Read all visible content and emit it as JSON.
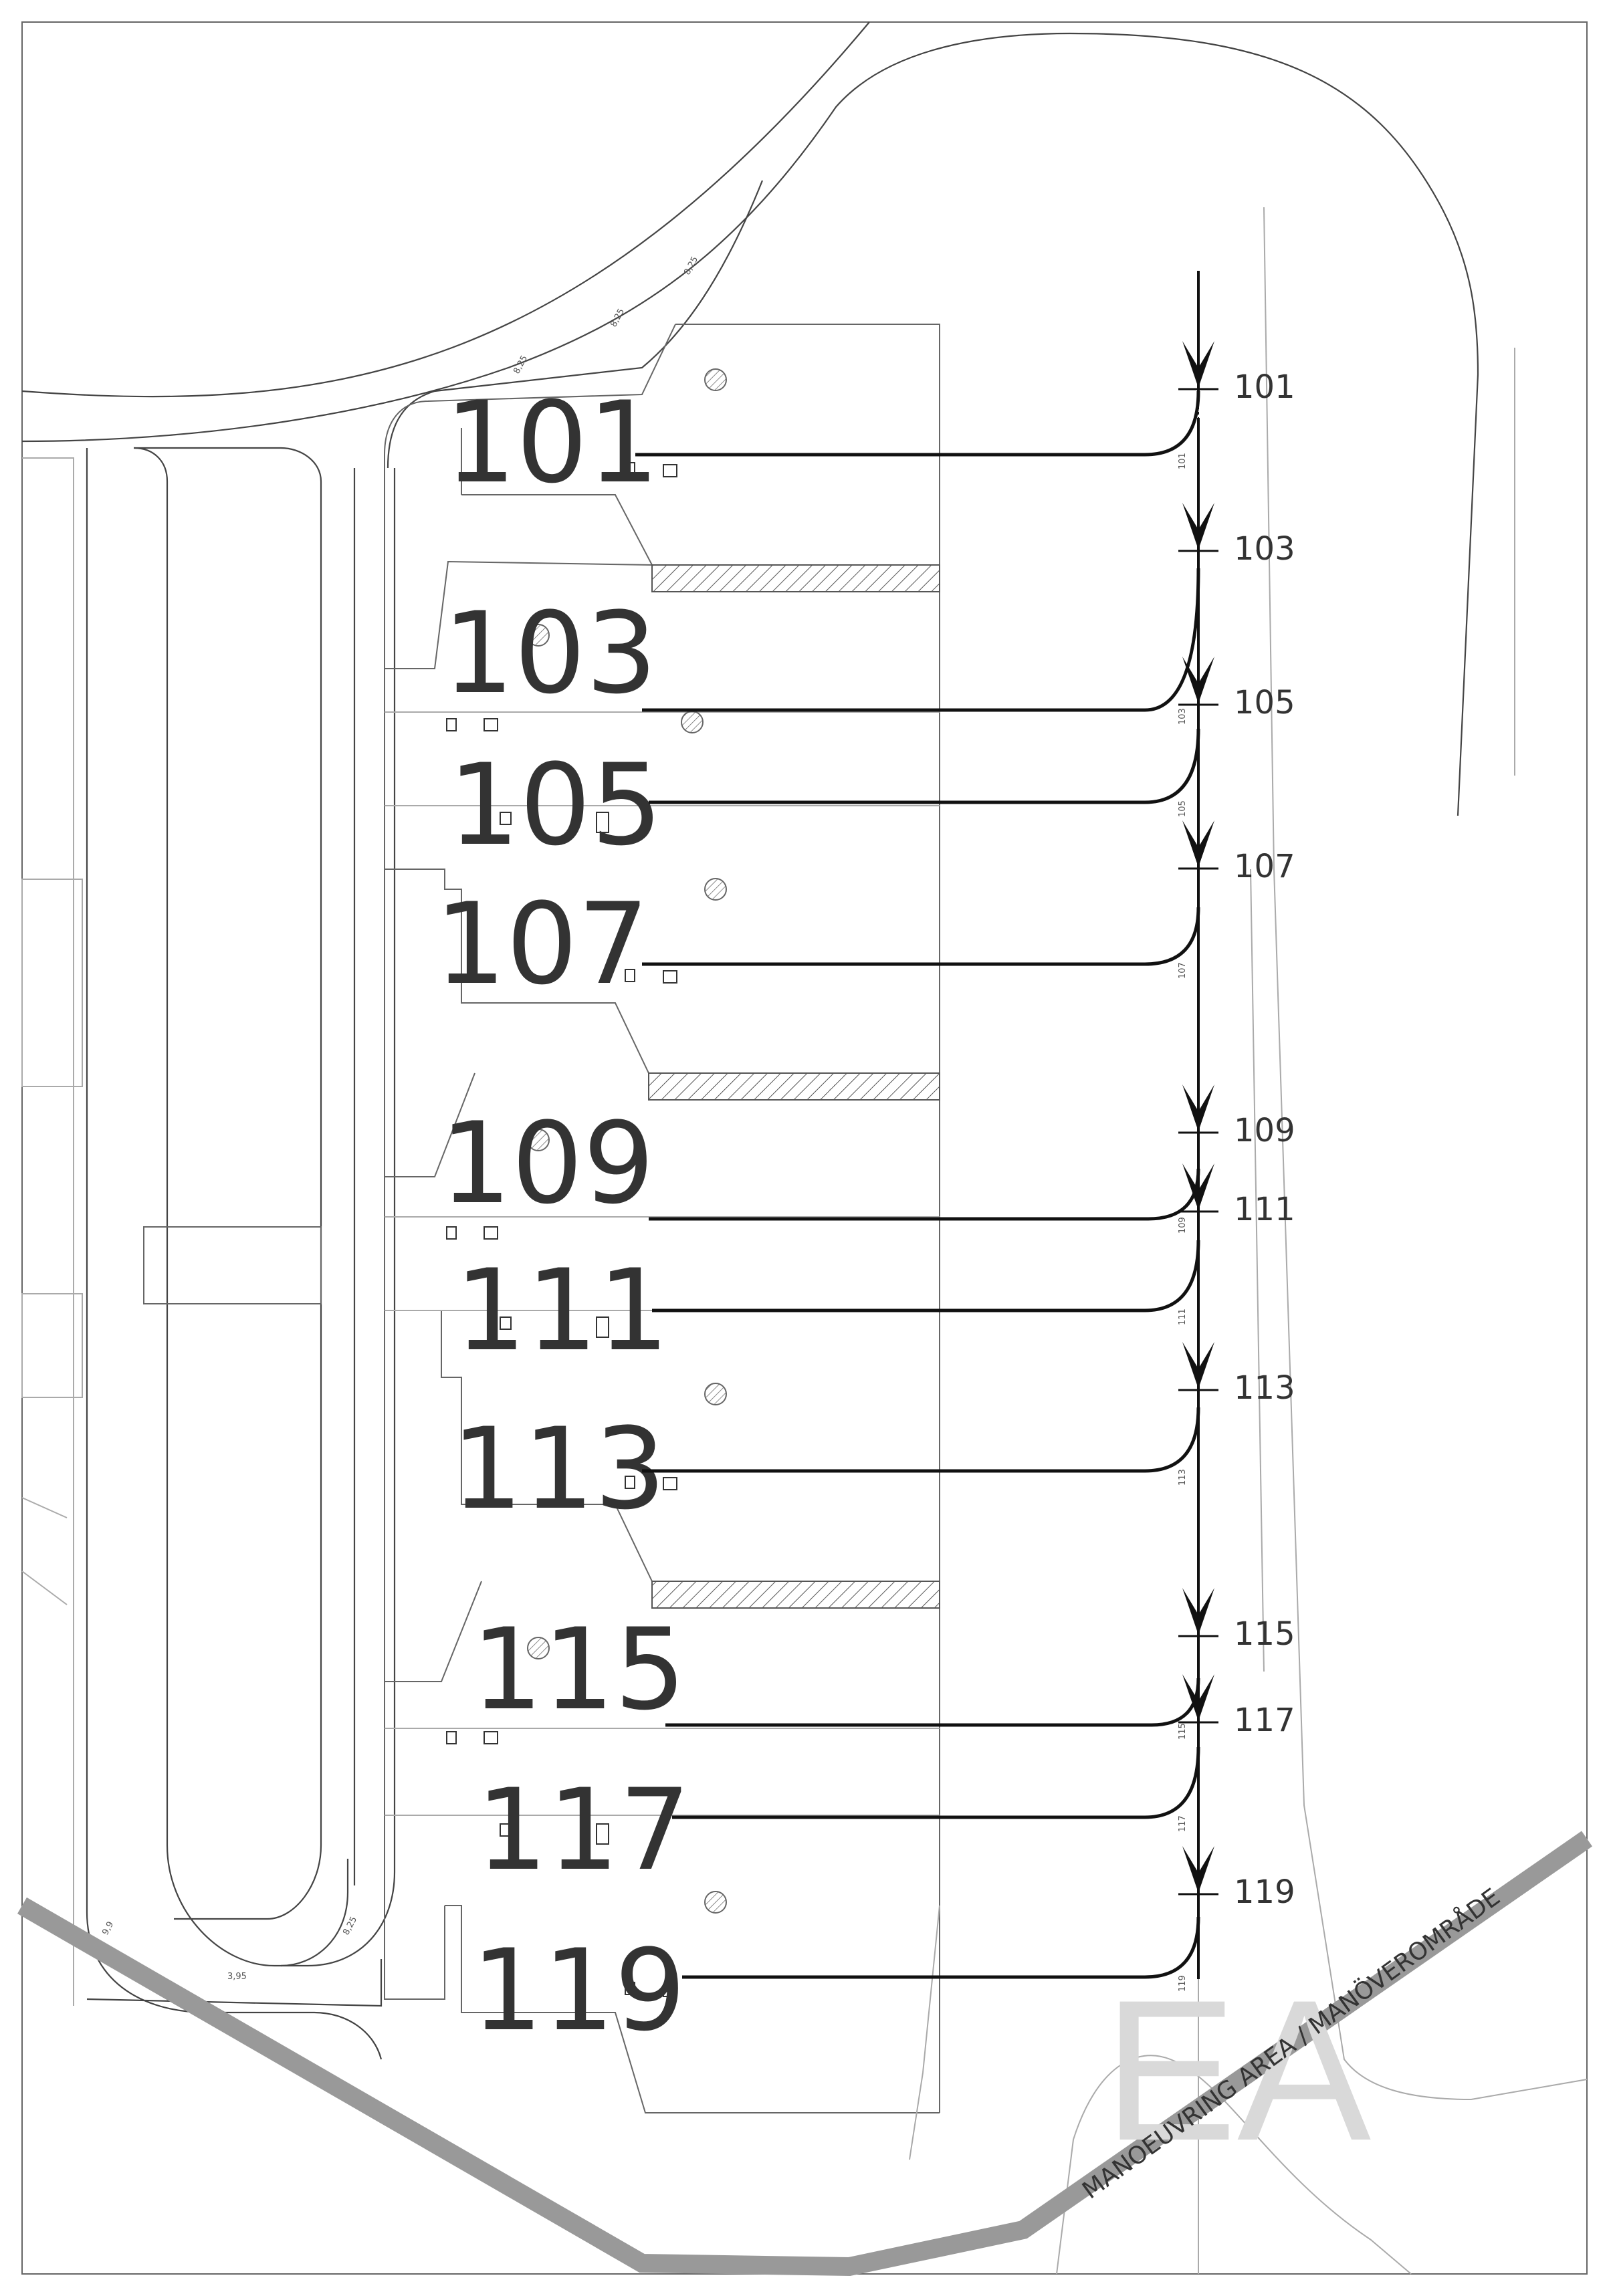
{
  "plots": [
    {
      "id": "101",
      "label": "101",
      "side": "101",
      "pipe_tag": "101"
    },
    {
      "id": "103",
      "label": "103",
      "side": "103",
      "pipe_tag": "103"
    },
    {
      "id": "105",
      "label": "105",
      "side": "105",
      "pipe_tag": "105"
    },
    {
      "id": "107",
      "label": "107",
      "side": "107",
      "pipe_tag": "107"
    },
    {
      "id": "109",
      "label": "109",
      "side": "109",
      "pipe_tag": "109"
    },
    {
      "id": "111",
      "label": "111",
      "side": "111",
      "pipe_tag": "111"
    },
    {
      "id": "113",
      "label": "113",
      "side": "113",
      "pipe_tag": "113"
    },
    {
      "id": "115",
      "label": "115",
      "side": "115",
      "pipe_tag": "115"
    },
    {
      "id": "117",
      "label": "117",
      "side": "117",
      "pipe_tag": "117"
    },
    {
      "id": "119",
      "label": "119",
      "side": "119",
      "pipe_tag": "119"
    }
  ],
  "road_tags": [
    "8,25",
    "8,25",
    "8,25",
    "9,9",
    "8,25",
    "3,95"
  ],
  "manoeuvring_area": "MANOEUVRING AREA / MANÖVEROMRÅDE",
  "watermark": "EA",
  "colors": {
    "lines": "#666666",
    "heavy": "#111111",
    "band": "#999999",
    "watermark": "#d9d9d9"
  }
}
